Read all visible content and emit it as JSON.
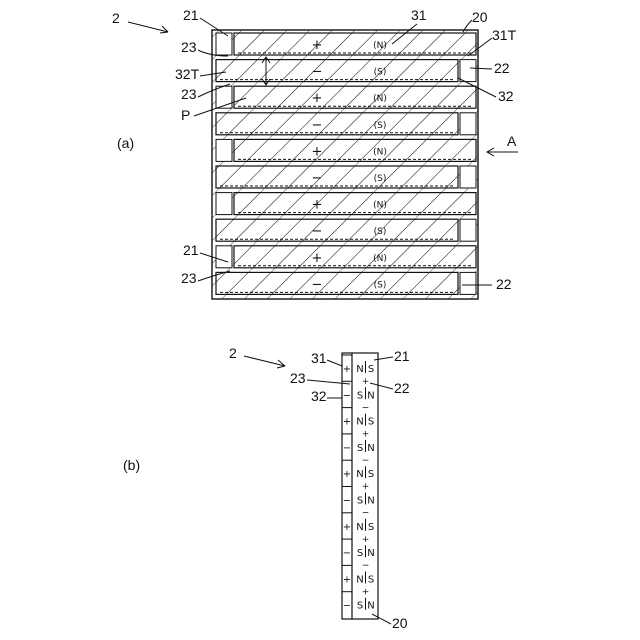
{
  "figure_a": {
    "label": "(a)",
    "ref_2": "2",
    "ref_20": "20",
    "ref_21_top": "21",
    "ref_21_bottom": "21",
    "ref_31": "31",
    "ref_31T": "31T",
    "ref_23_1": "23",
    "ref_23_2": "23",
    "ref_23_3": "23",
    "ref_32T": "32T",
    "ref_P": "P",
    "ref_22_top": "22",
    "ref_22_bottom": "22",
    "ref_32": "32",
    "ref_A": "A",
    "strips": [
      {
        "sign": "+",
        "pole": "(N)"
      },
      {
        "sign": "−",
        "pole": "(S)"
      },
      {
        "sign": "+",
        "pole": "(N)"
      },
      {
        "sign": "−",
        "pole": "(S)"
      },
      {
        "sign": "+",
        "pole": "(N)"
      },
      {
        "sign": "−",
        "pole": "(S)"
      },
      {
        "sign": "+",
        "pole": "(N)"
      },
      {
        "sign": "−",
        "pole": "(S)"
      },
      {
        "sign": "+",
        "pole": "(N)"
      },
      {
        "sign": "−",
        "pole": "(S)"
      }
    ]
  },
  "figure_b": {
    "label": "(b)",
    "ref_2": "2",
    "ref_31": "31",
    "ref_21": "21",
    "ref_23": "23",
    "ref_22": "22",
    "ref_32": "32",
    "ref_20": "20",
    "cells": [
      {
        "left": "N",
        "right": "S",
        "terminal": "+"
      },
      {
        "left": "S",
        "right": "N",
        "terminal": "−"
      },
      {
        "left": "N",
        "right": "S",
        "terminal": "+"
      },
      {
        "left": "S",
        "right": "N",
        "terminal": "−"
      },
      {
        "left": "N",
        "right": "S",
        "terminal": "+"
      },
      {
        "left": "S",
        "right": "N",
        "terminal": "−"
      },
      {
        "left": "N",
        "right": "S",
        "terminal": "+"
      },
      {
        "left": "S",
        "right": "N",
        "terminal": "−"
      },
      {
        "left": "N",
        "right": "S",
        "terminal": "+"
      },
      {
        "left": "S",
        "right": "N",
        "terminal": "−"
      }
    ]
  }
}
